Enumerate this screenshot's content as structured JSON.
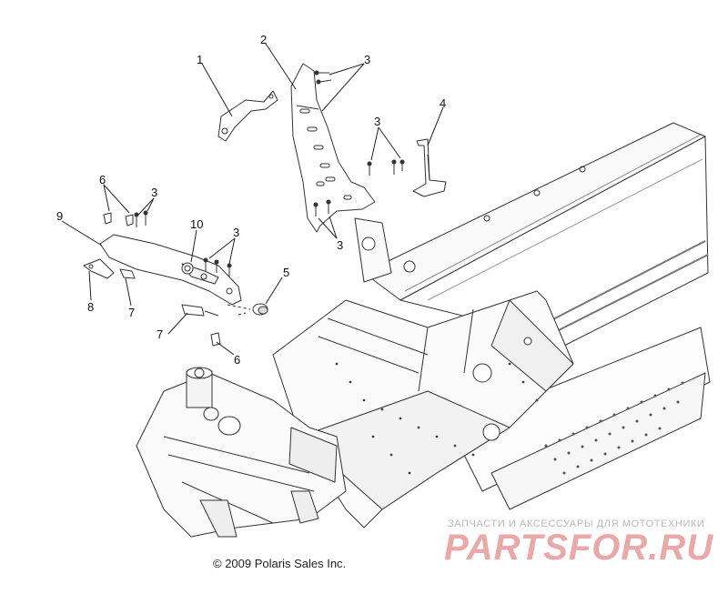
{
  "callouts": [
    {
      "id": "1",
      "text": "1"
    },
    {
      "id": "2",
      "text": "2"
    },
    {
      "id": "3a",
      "text": "3"
    },
    {
      "id": "3b",
      "text": "3"
    },
    {
      "id": "3c",
      "text": "3"
    },
    {
      "id": "3d",
      "text": "3"
    },
    {
      "id": "3e",
      "text": "3"
    },
    {
      "id": "4",
      "text": "4"
    },
    {
      "id": "5",
      "text": "5"
    },
    {
      "id": "6a",
      "text": "6"
    },
    {
      "id": "6b",
      "text": "6"
    },
    {
      "id": "7a",
      "text": "7"
    },
    {
      "id": "7b",
      "text": "7"
    },
    {
      "id": "8",
      "text": "8"
    },
    {
      "id": "9",
      "text": "9"
    },
    {
      "id": "10",
      "text": "10"
    }
  ],
  "copyright": "© 2009 Polaris Sales Inc.",
  "watermark": {
    "tagline": "ЗАПЧАСТИ И АКСЕССУАРЫ ДЛЯ МОТОТЕХНИКИ",
    "logo": "PARTSFOR.RU"
  }
}
